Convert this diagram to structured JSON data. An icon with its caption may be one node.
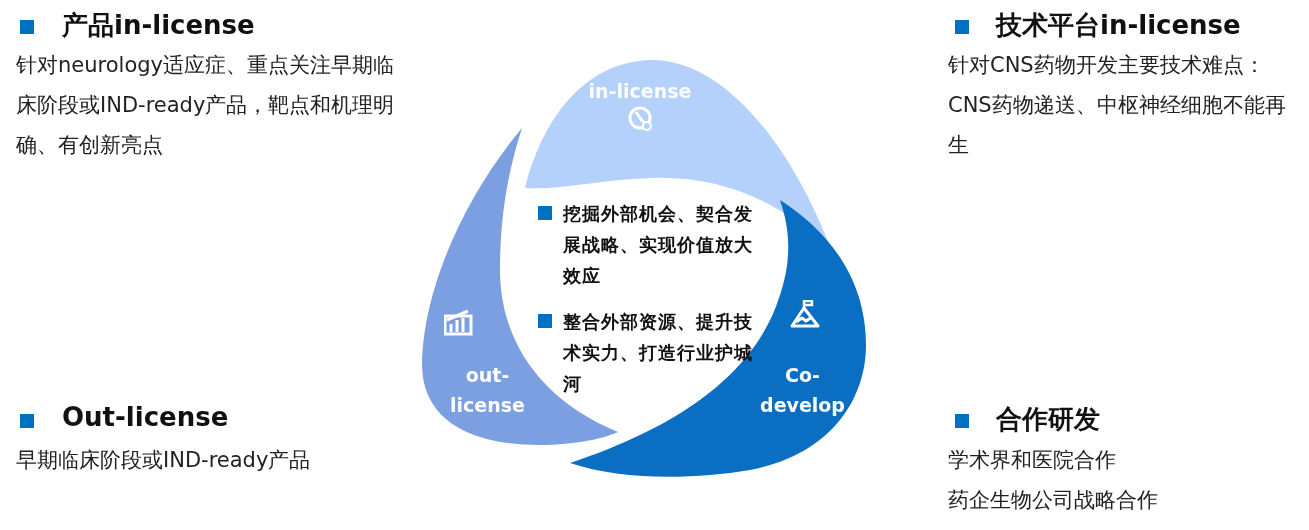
{
  "diagram": {
    "nodes": [
      {
        "text": [
          "in-license"
        ]
      },
      {
        "text": [
          "out- license"
        ]
      },
      {
        "text": [
          "Co- develop"
        ]
      }
    ],
    "labels": [
      "产品in-license",
      "针对neurology适应症、重点关注早期临床阶段或IND-ready产品，靶点和机理明确、有创新亮点",
      "技术平台in-license",
      "针对CNS药物开发主要技术难点：CNS药物递送、中枢神经细胞不能再生",
      "挖掘外部机会、契合发展战略、实现价值放大效应",
      "整合外部资源、提升技术实力、打造行业护城河",
      "Out-license",
      "早期临床阶段或IND-ready产品",
      "合作研发",
      "学术界和医院合作",
      "药企生物公司战略合作"
    ]
  }
}
